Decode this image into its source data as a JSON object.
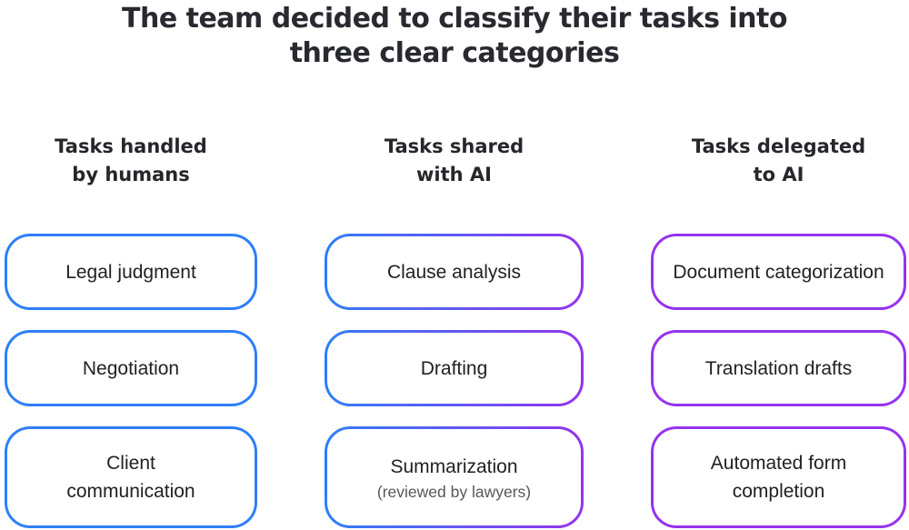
{
  "title": {
    "text": "The team decided to classify their tasks into\nthree clear categories"
  },
  "colors": {
    "background": "#ffffff",
    "title_text": "#292a30",
    "header_text": "#26262b",
    "box_text": "#202124",
    "note_text": "#56575b",
    "human_blue": "#2e7ff7",
    "ai_purple": "#9533ee"
  },
  "columns": [
    {
      "id": "humans",
      "header": "Tasks handled\nby humans",
      "border_style": "solid-blue",
      "boxes": [
        {
          "label": "Legal judgment"
        },
        {
          "label": "Negotiation"
        },
        {
          "label": "Client\ncommunication"
        }
      ]
    },
    {
      "id": "shared",
      "header": "Tasks shared\nwith AI",
      "border_style": "gradient-blue-to-purple",
      "boxes": [
        {
          "label": "Clause analysis"
        },
        {
          "label": "Drafting"
        },
        {
          "label": "Summarization",
          "note": "(reviewed by lawyers)"
        }
      ]
    },
    {
      "id": "ai",
      "header": "Tasks delegated\nto AI",
      "border_style": "solid-purple",
      "boxes": [
        {
          "label": "Document categorization"
        },
        {
          "label": "Translation drafts"
        },
        {
          "label": "Automated form\ncompletion"
        }
      ]
    }
  ]
}
